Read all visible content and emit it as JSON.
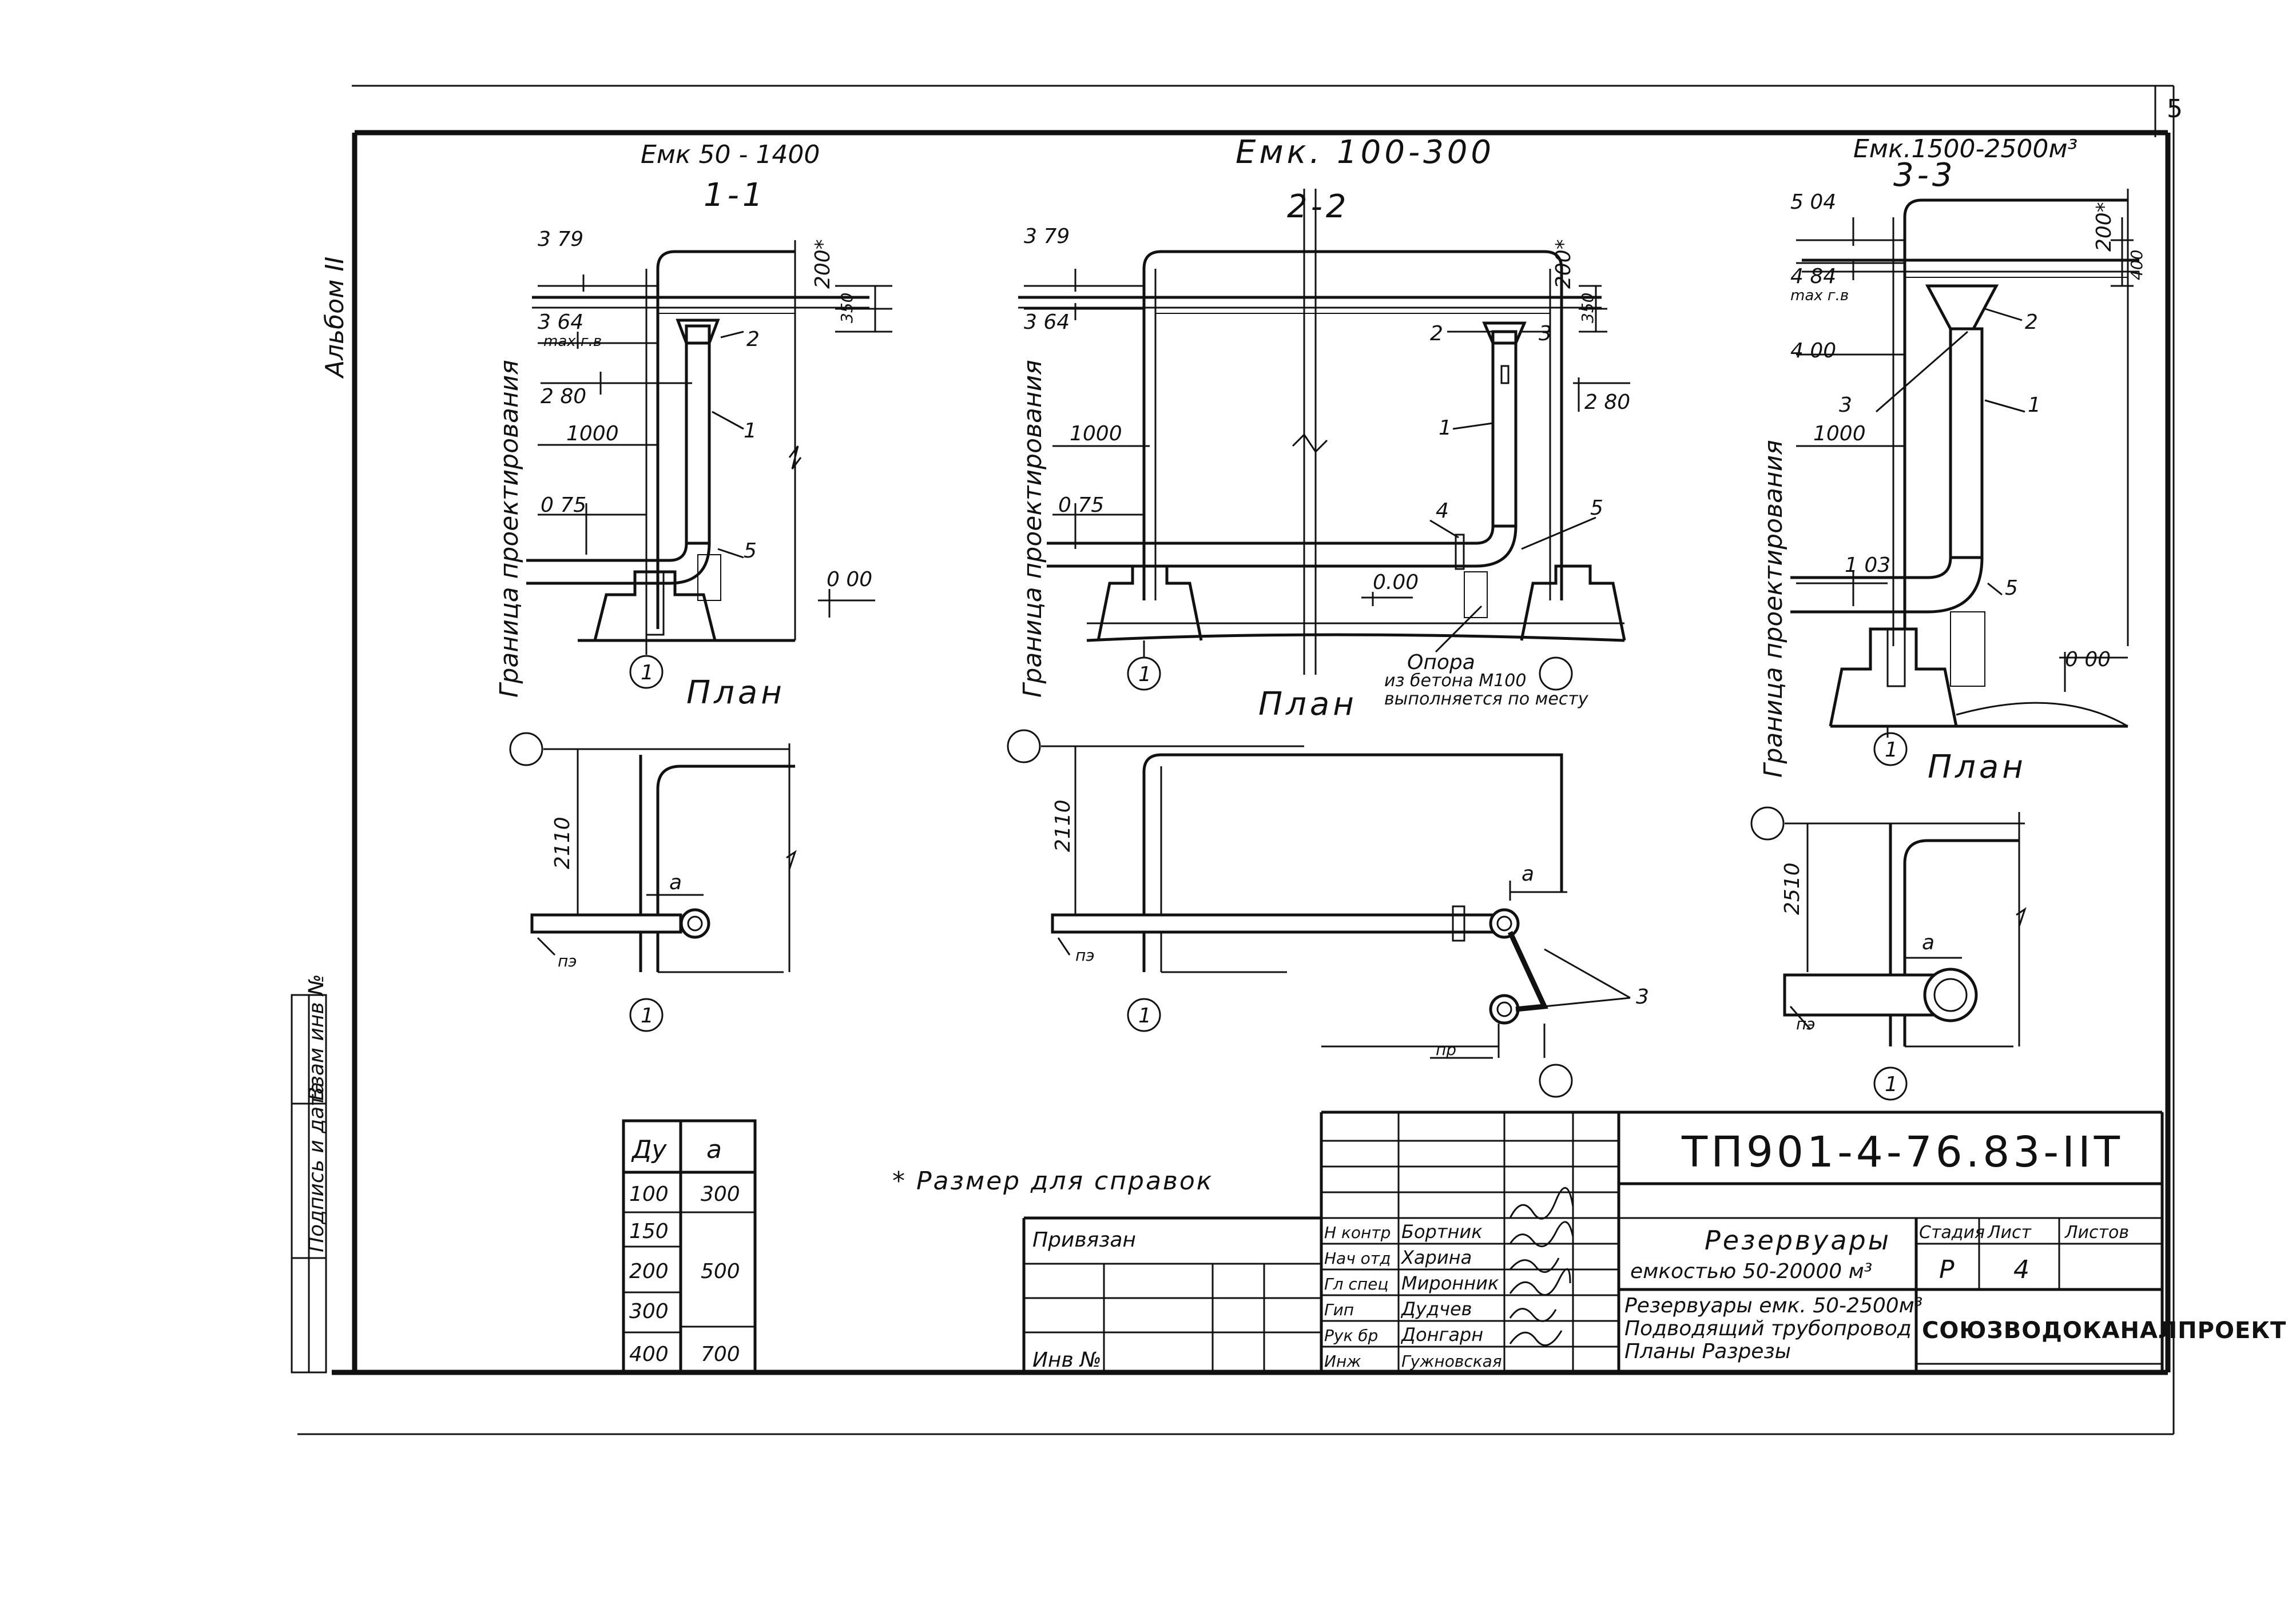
{
  "sheet_number": "5",
  "album_label": "Альбом II",
  "stamp_left_label": "Взам инв №",
  "stamp_left_label2": "Подпись и дата",
  "sections": [
    {
      "capacity": "Емк 50 - 1400",
      "section": "1-1",
      "plan": "План",
      "boundary": "Граница проектирования",
      "levels": [
        "3 79",
        "3 64",
        "max г.в",
        "2 80",
        "0 75",
        "0 00"
      ],
      "dims": [
        "1000",
        "200*",
        "350",
        "2110",
        "а",
        "пэ"
      ],
      "callouts": [
        "1",
        "2",
        "5"
      ],
      "axis": "1"
    },
    {
      "capacity": "Емк. 100-300",
      "section": "2-2",
      "plan": "План",
      "boundary": "Граница проектирования",
      "levels": [
        "3 79",
        "3 64",
        "2 80",
        "0 75",
        "0.00"
      ],
      "dims": [
        "1000",
        "200*",
        "350",
        "2110",
        "а",
        "пэ",
        "пр"
      ],
      "callouts": [
        "1",
        "2",
        "3",
        "4",
        "5",
        "3"
      ],
      "support_note": [
        "Опора",
        "из бетона М100",
        "выполняется по месту"
      ],
      "axis": "1"
    },
    {
      "capacity": "Емк.1500-2500м³",
      "section": "3-3",
      "plan": "План",
      "boundary": "Граница проектирования",
      "levels": [
        "5 04",
        "4 84",
        "max г.в",
        "4 00",
        "1 03",
        "0 00"
      ],
      "dims": [
        "1000",
        "200*",
        "400",
        "2510",
        "а",
        "пэ"
      ],
      "callouts": [
        "1",
        "2",
        "3",
        "5"
      ],
      "axis": "1"
    }
  ],
  "table": {
    "headers": [
      "Ду",
      "а"
    ],
    "rows": [
      [
        "100",
        "300"
      ],
      [
        "150",
        ""
      ],
      [
        "200",
        "500"
      ],
      [
        "300",
        ""
      ],
      [
        "400",
        "700"
      ]
    ]
  },
  "note": "* Размер для справок",
  "title_block": {
    "code": "ТП901-4-76.83-IIТ",
    "privyazan": "Привязан",
    "inv": "Инв №",
    "roles": [
      {
        "role": "Н контр",
        "name": "Бортник"
      },
      {
        "role": "Нач отд",
        "name": "Харина"
      },
      {
        "role": "Гл спец",
        "name": "Миронник"
      },
      {
        "role": "Гип",
        "name": "Дудчев"
      },
      {
        "role": "Рук бр",
        "name": "Донгарн"
      },
      {
        "role": "Инж",
        "name": "Гужновская"
      }
    ],
    "object_title_1": "Резервуары",
    "object_title_2": "емкостью 50-20000 м³",
    "stage_h": "Стадия",
    "sheet_h": "Лист",
    "sheets_h": "Листов",
    "stage": "Р",
    "sheet": "4",
    "sheets": "",
    "drawing_1": "Резервуары емк. 50-2500м³",
    "drawing_2": "Подводящий трубопровод",
    "drawing_3": "Планы Разрезы",
    "organization": "СОЮЗВОДОКАНАЛПРОЕКТ"
  }
}
